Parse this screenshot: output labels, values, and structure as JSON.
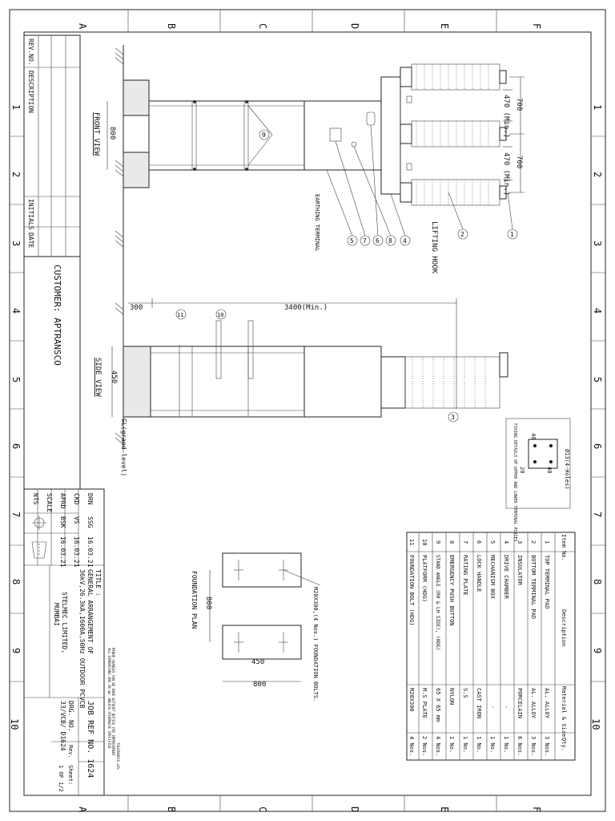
{
  "border": {
    "rows": [
      "A",
      "B",
      "C",
      "D",
      "E",
      "F"
    ],
    "cols": [
      "1",
      "2",
      "3",
      "4",
      "5",
      "6",
      "7",
      "8",
      "9",
      "10"
    ]
  },
  "revision_block": {
    "headers": [
      "REV.NO.",
      "DESCRIPTION",
      "INITIALS",
      "DATE"
    ]
  },
  "customer": "CUSTOMER: APTRANSCO",
  "views": {
    "front": "FRONT VIEW",
    "side": "SIDE VIEW",
    "foundation": "FOUNDATION PLAN",
    "gl": "GL(grand level)",
    "fixing": "FIXING DETAILS OF UPPER AND LOWER TERMINAL PLATES"
  },
  "callouts": {
    "earthing": "EARTHING TERMINAL",
    "lifting": "LIFTING HOOK",
    "bolts": "M20X300,(4 Nos.) FOUNDATION BOLTS.",
    "holes": "Ø13(4-Holes)",
    "hole_dims": [
      "40",
      "40",
      "20"
    ]
  },
  "dimensions": {
    "d700a": "700",
    "d700b": "700",
    "d470a": "470 (Min.)",
    "d470b": "470 (Min.)",
    "d800": "800",
    "d300": "300",
    "d3400": "3400(Min.)",
    "d450": "450",
    "fp800": "800",
    "fp450": "450",
    "fp800b": "800"
  },
  "bubbles": [
    "1",
    "2",
    "3",
    "4",
    "5",
    "6",
    "7",
    "8",
    "9",
    "10",
    "11"
  ],
  "parts_table": {
    "headers": [
      "Item No.",
      "Description",
      "Material & Size",
      "Qty."
    ],
    "rows": [
      [
        "1",
        "TOP TERMINAL PAD",
        "AL. ALLOY",
        "3 Nos."
      ],
      [
        "2",
        "BOTTOM TERMINAL PAD",
        "AL. ALLOY",
        "3 Nos."
      ],
      [
        "3",
        "INSULATOR",
        "PORCELAIN",
        "6 Nos."
      ],
      [
        "4",
        "DRIVE CHAMBER",
        "-",
        "1 No."
      ],
      [
        "5",
        "MECHANISM BOX",
        "-",
        "1 No."
      ],
      [
        "6",
        "LOCK HANDLE",
        "CAST IRON",
        "1 No."
      ],
      [
        "7",
        "RATING PLATE",
        "S.S",
        "1 No."
      ],
      [
        "8",
        "EMERGENCY PUSH BUTTON",
        "NYLON",
        "1 No."
      ],
      [
        "9",
        "STAND ANGLE (RH & LH SIDE), (HDG)",
        "65 X 65 mm",
        "4 Nos."
      ],
      [
        "10",
        "PLATFORM (HDG)",
        "M.S PLATE",
        "2 Nos."
      ],
      [
        "11",
        "FOUNDATION BOLT (HDG)",
        "M20X300",
        "4 Nos."
      ]
    ]
  },
  "title_block": {
    "drn_label": "DRN",
    "drn_init": "SSG",
    "drn_date": "16.03.21",
    "ckd_label": "CKD",
    "ckd_init": "VS",
    "ckd_date": "16.03.21",
    "aprd_label": "APRD",
    "aprd_init": "BSK",
    "aprd_date": "16.03.21",
    "scale_label": "SCALE",
    "scale_value": "NTS",
    "title_label": "TITLE :",
    "title_1": "GENERAL ARRANGEMENT OF",
    "title_2": "36kV,26.3kA,1600A,50Hz OUTDOOR PCVCB",
    "company_1": "STELMEC LIMITED,",
    "company_2": "MUMBAI",
    "note_1": "TOLERANCES ±5%",
    "note_2": "MINOR CHANGES CAN BE DONE WITHOUT NOTICE FOR IMPROVEMENT",
    "note_3": "ALL DIMENSIONS ARE IN mm. UNLESS OTHERWISE SPECIFIED",
    "job_ref": "JOB REF NO. 1624",
    "drg_label": "DRG. NO.",
    "drg_no": "33/VCB/ D1624",
    "rev_label": "Rev.",
    "sheet_label": "Sheet:",
    "sheet_value": "1 OF 1/2"
  }
}
